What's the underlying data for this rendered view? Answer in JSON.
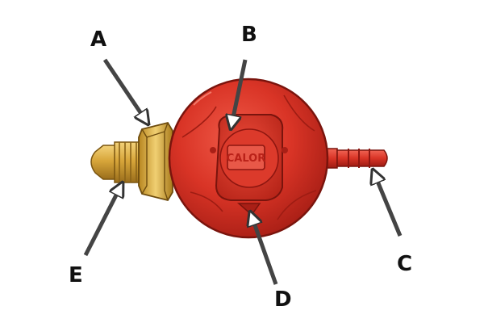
{
  "labels": {
    "a": "A",
    "b": "B",
    "c": "C",
    "d": "D",
    "e": "E"
  },
  "dial": {
    "brand": "CALOR"
  },
  "colors": {
    "regulator_red": "#d93426",
    "regulator_dark": "#8e1610",
    "brass": "#d8a63a",
    "brass_dark": "#8a6318",
    "arrow": "#444444",
    "label": "#111111"
  }
}
